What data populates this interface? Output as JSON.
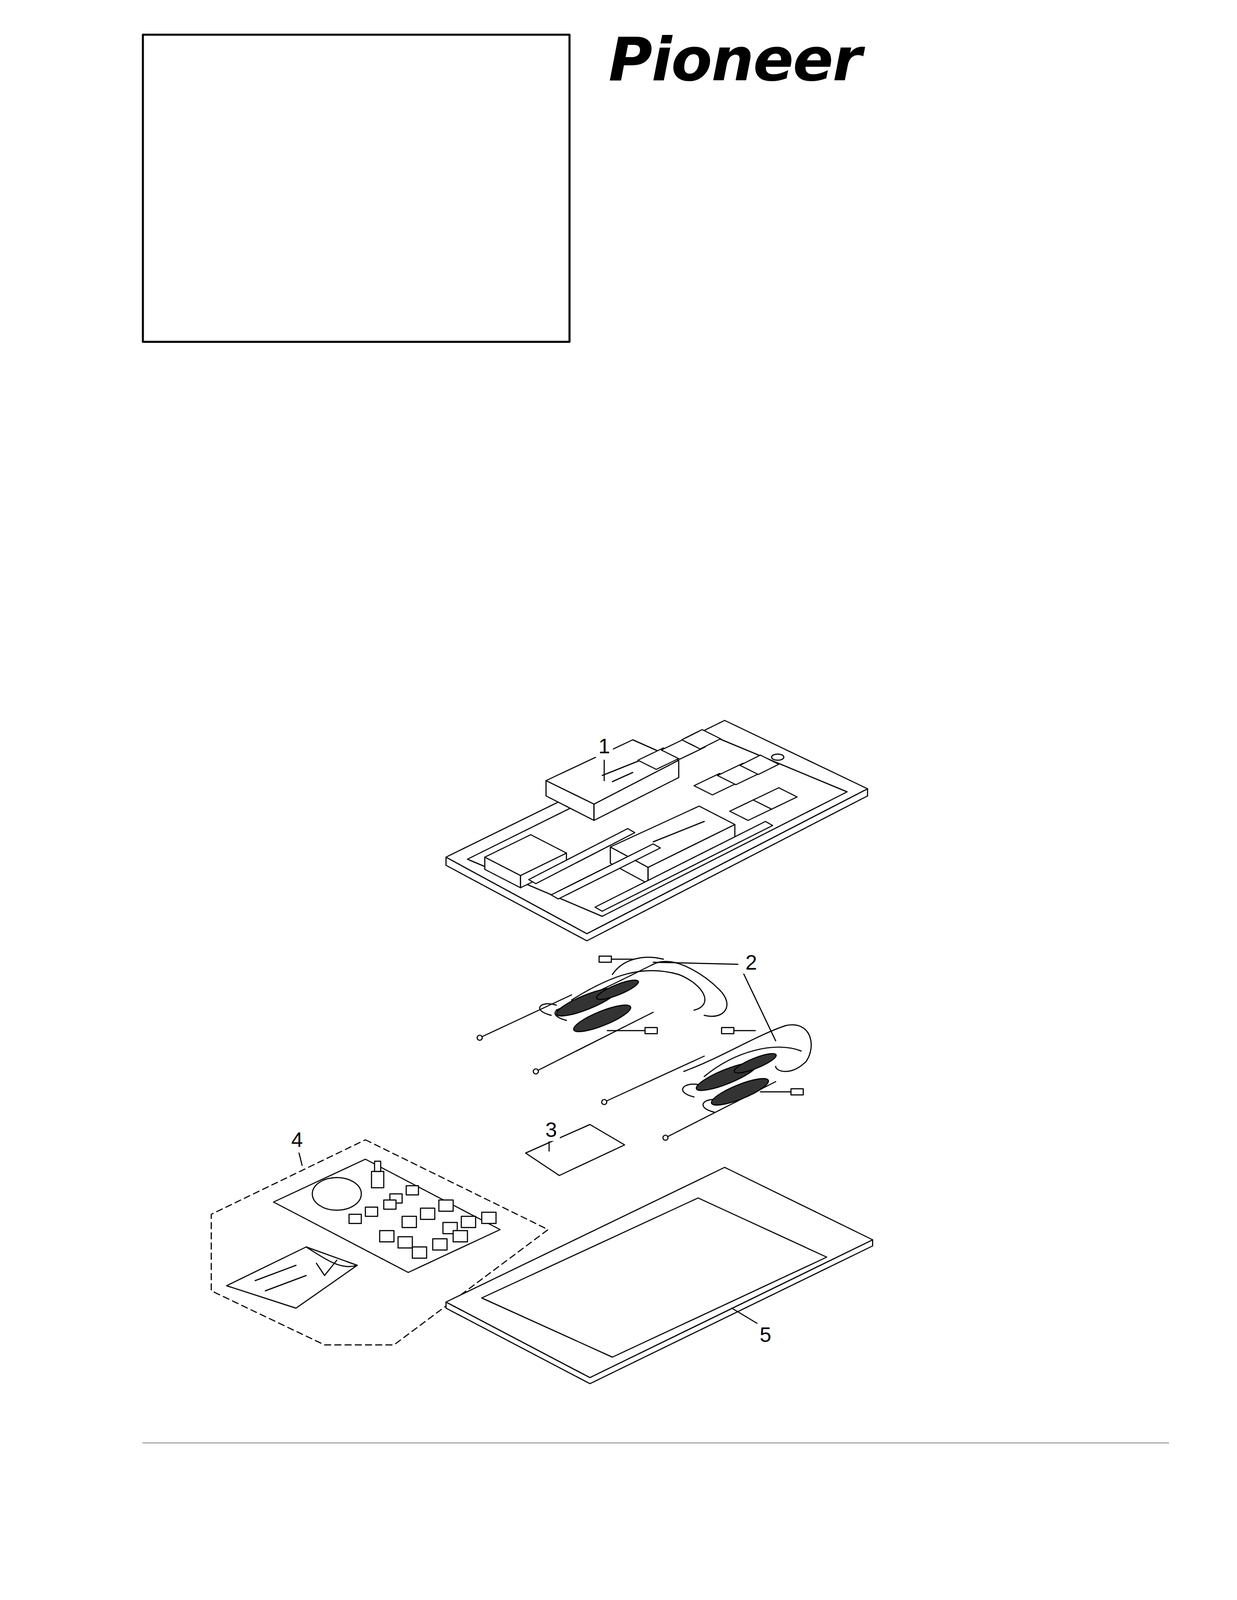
{
  "diagram": {
    "labels": [
      "Pioneer",
      "1",
      "2",
      "3",
      "4",
      "5"
    ]
  }
}
